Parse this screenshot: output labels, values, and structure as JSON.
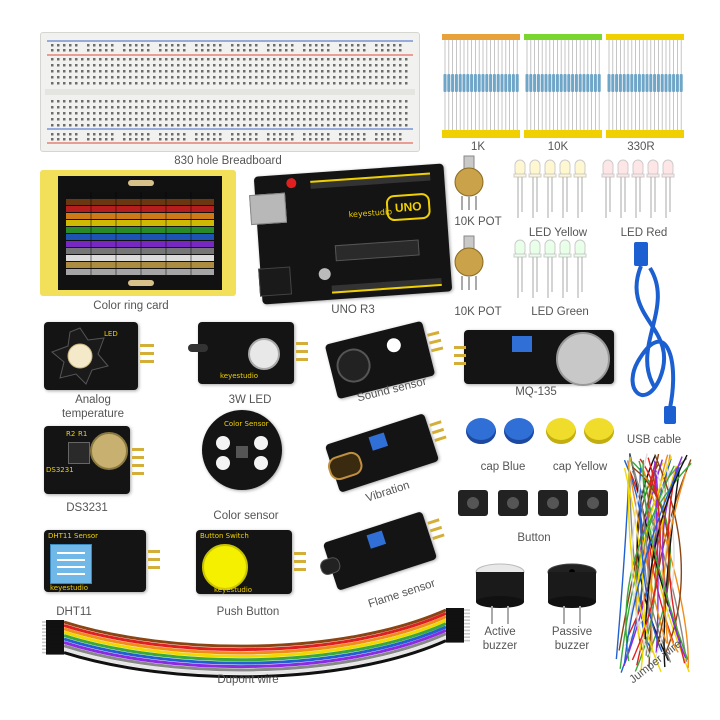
{
  "labels": {
    "breadboard": "830 hole Breadboard",
    "res_1k": "1K",
    "res_10k": "10K",
    "res_330r": "330R",
    "color_ring_card": "Color ring card",
    "uno": "UNO R3",
    "pot1": "10K POT",
    "pot2": "10K POT",
    "led_yellow": "LED Yellow",
    "led_red": "LED Red",
    "led_green": "LED Green",
    "analog_temp_1": "Analog",
    "analog_temp_2": "temperature",
    "led_3w": "3W LED",
    "sound_sensor": "Sound sensor",
    "mq135": "MQ-135",
    "usb_cable": "USB cable",
    "ds3231": "DS3231",
    "color_sensor": "Color sensor",
    "vibration": "Vibration",
    "cap_blue": "cap Blue",
    "cap_yellow": "cap Yellow",
    "button": "Button",
    "dht11": "DHT11",
    "push_button": "Push Button",
    "flame_sensor": "Flame sensor",
    "active_buzzer_1": "Active",
    "active_buzzer_2": "buzzer",
    "passive_buzzer_1": "Passive",
    "passive_buzzer_2": "buzzer",
    "jumper_wire": "Jumper wire",
    "dupont_wire": "Dupont wire"
  },
  "board_text": {
    "uno_logo": "UNO",
    "keyestudio": "keyestudio",
    "dht11_title": "DHT11 Sensor",
    "button_switch": "Button Switch",
    "color_sensor_title": "Color Sensor",
    "led_module": "LED",
    "ds3231_side": "DS3231",
    "r2": "R2",
    "r1": "R1"
  },
  "colors": {
    "board": "#141414",
    "silk": "#f0d000",
    "header_pin": "#d4af37",
    "breadboard": "#f1f1ef",
    "rail_red": "#e04a3a",
    "rail_blue": "#3a62c8",
    "cap_blue": "#2f6fd6",
    "cap_yellow": "#f0dc2a",
    "usb_blue": "#1c5fd0",
    "res_band_1k": "#e8a23c",
    "res_band_10k": "#7ad62e",
    "res_band_330r": "#f0d000"
  },
  "wire_colors": [
    "#8b4513",
    "#e02020",
    "#f08c1a",
    "#f0d800",
    "#3aa83a",
    "#2060d0",
    "#8a2be2",
    "#888888",
    "#ffffff",
    "#111111"
  ]
}
